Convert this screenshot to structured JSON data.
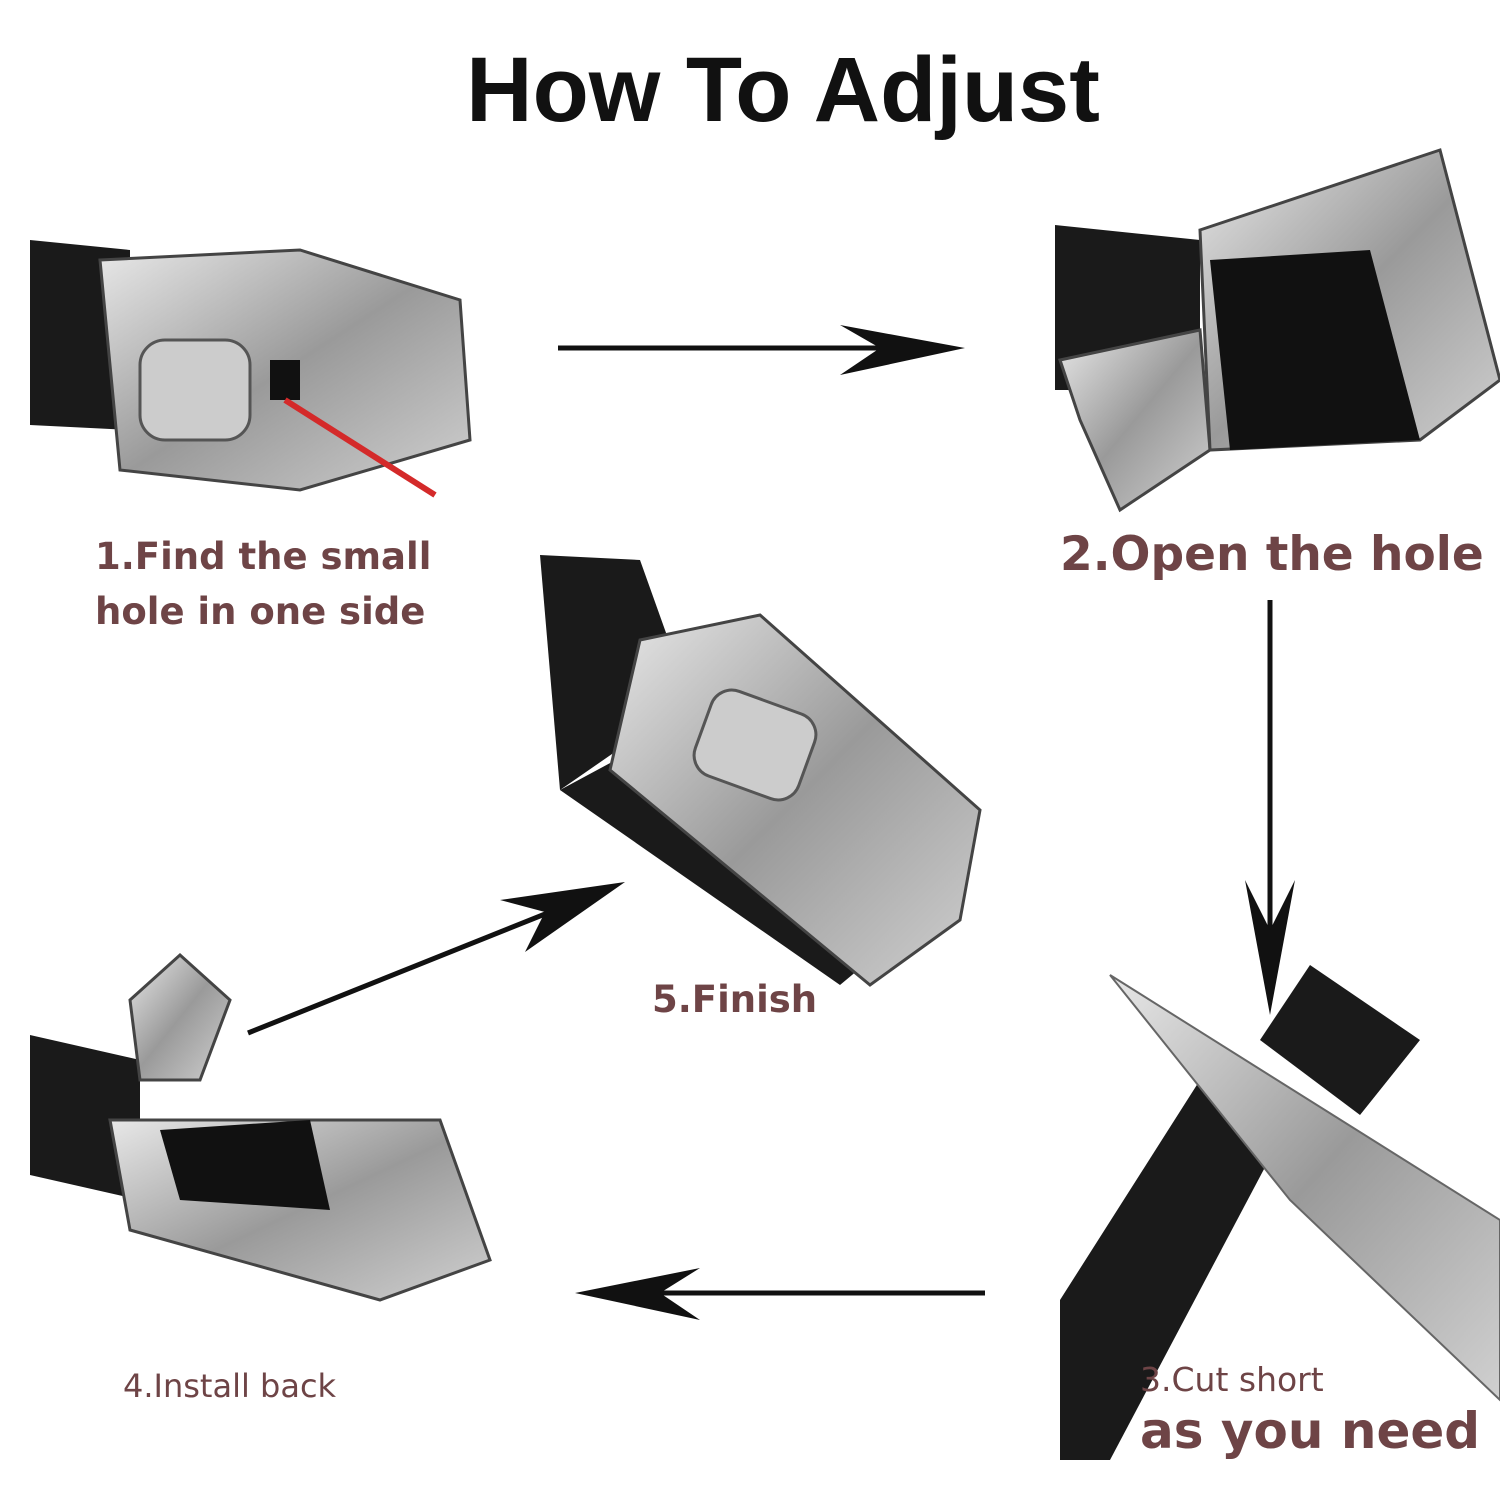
{
  "title": "How To Adjust",
  "steps": {
    "s1_line1": "1.Find the small",
    "s1_line2": "hole in one side",
    "s2": "2.Open the hole",
    "s3_line1": "3.Cut short",
    "s3_line2": "as you need",
    "s4": "4.Install back",
    "s5": "5.Finish"
  },
  "colors": {
    "label": "#6e4446",
    "arrow": "#111111",
    "pointer": "#d42a2a",
    "belt": "#1a1a1a",
    "steel": "#b8b8b8"
  }
}
